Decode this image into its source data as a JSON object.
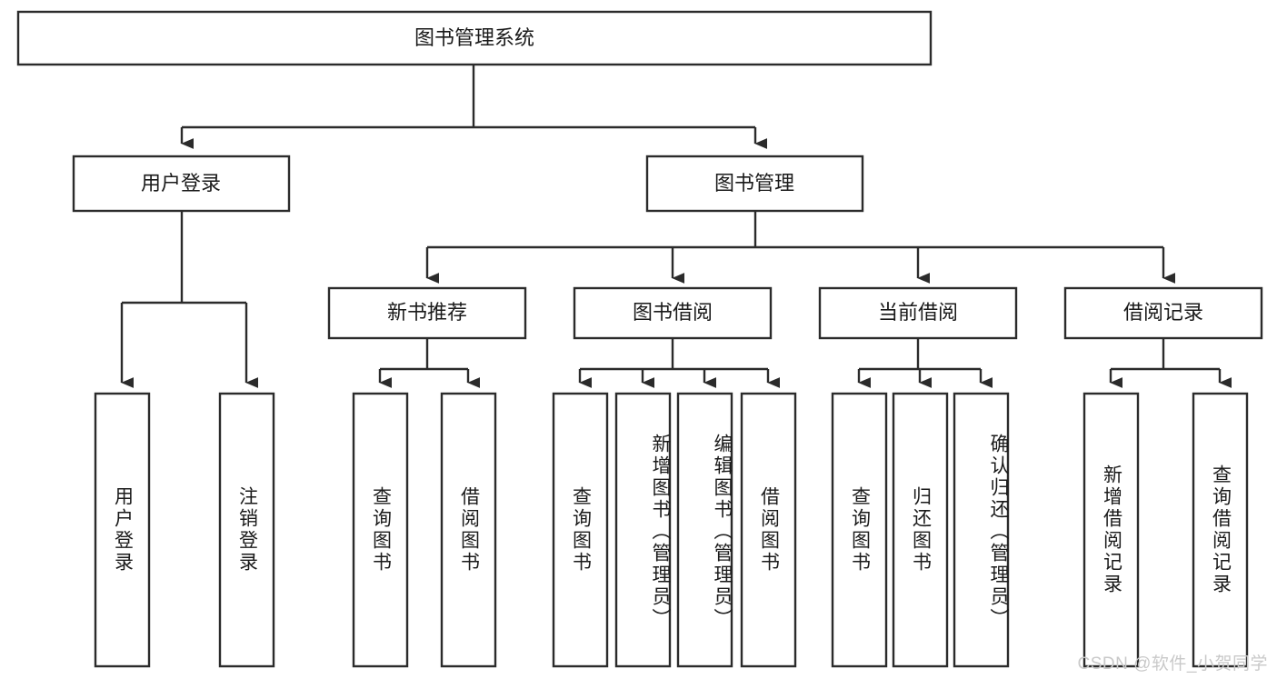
{
  "diagram": {
    "title": "图书管理系统",
    "type": "tree-hierarchy-diagram",
    "colors": {
      "box_stroke": "#2b2b2b",
      "box_fill": "#ffffff",
      "text": "#1a1a1a",
      "watermark": "#c9c9c9",
      "background": "#ffffff"
    },
    "root": {
      "label": "图书管理系统"
    },
    "level2": [
      {
        "label": "用户登录"
      },
      {
        "label": "图书管理"
      }
    ],
    "level3": [
      {
        "label": "新书推荐"
      },
      {
        "label": "图书借阅"
      },
      {
        "label": "当前借阅"
      },
      {
        "label": "借阅记录"
      }
    ],
    "leaves": {
      "user_login": [
        {
          "label": "用户登录"
        },
        {
          "label": "注销登录"
        }
      ],
      "new_book_recommend": [
        {
          "label": "查询图书"
        },
        {
          "label": "借阅图书"
        }
      ],
      "book_borrow": [
        {
          "label": "查询图书"
        },
        {
          "label": "新增图书（管理员）"
        },
        {
          "label": "编辑图书（管理员）"
        },
        {
          "label": "借阅图书"
        }
      ],
      "current_borrow": [
        {
          "label": "查询图书"
        },
        {
          "label": "归还图书"
        },
        {
          "label": "确认归还（管理员）"
        }
      ],
      "borrow_record": [
        {
          "label": "新增借阅记录"
        },
        {
          "label": "查询借阅记录"
        }
      ]
    }
  },
  "watermark": {
    "text": "CSDN @软件_小贺同学"
  }
}
